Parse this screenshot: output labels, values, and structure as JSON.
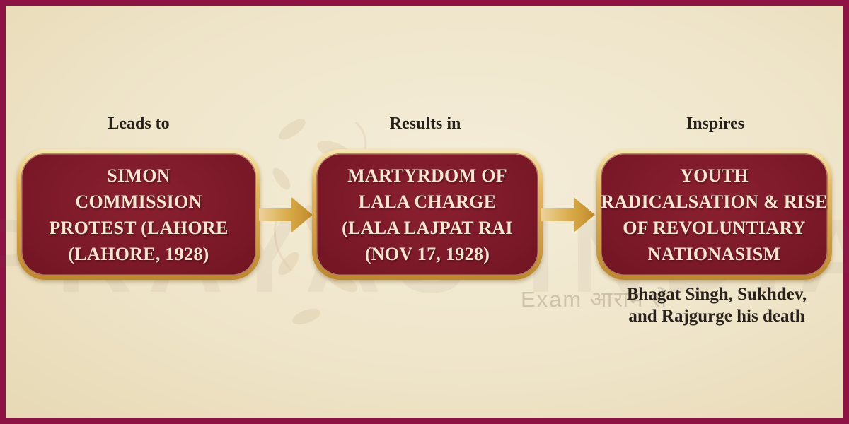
{
  "diagram": {
    "steps": [
      {
        "relation_label": "Leads to",
        "lines": [
          "SIMON",
          "COMMISSION",
          "PROTEST (LAHORE",
          "(LAHORE, 1928)"
        ]
      },
      {
        "relation_label": "Results in",
        "lines": [
          "MARTYRDOM OF",
          "LALA CHARGE",
          "(LALA LAJPAT RAI",
          "(NOV 17, 1928)"
        ]
      },
      {
        "relation_label": "Inspires",
        "lines": [
          "YOUTH",
          "RADICALSATION & RISE",
          "OF REVOLUNTIARY",
          "NATIONASISM"
        ],
        "caption_lines": [
          "Bhagat Singh, Sukhdev,",
          "and Rajgurge his death"
        ]
      }
    ],
    "colors": {
      "frame": "#8e1243",
      "background": "#efe5ca",
      "box_fill": "#7d1a29",
      "box_border_gold": "#d4a246",
      "box_text": "#f5e7d0",
      "arrow_gold": "#cf9c33",
      "label_text": "#26211a"
    }
  },
  "watermark": {
    "brand": "PRAYAS INDIA",
    "tagline": "Exam आराम से"
  }
}
